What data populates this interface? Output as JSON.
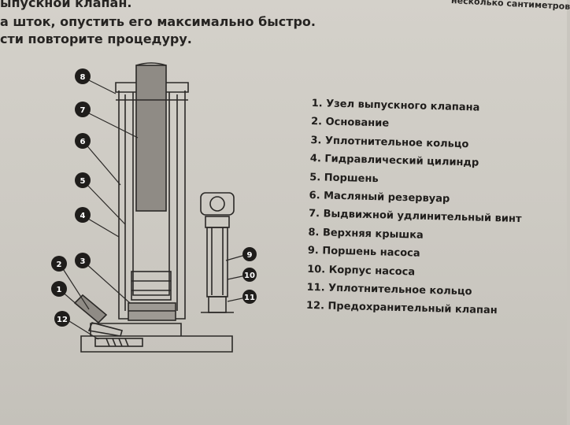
{
  "header_text": {
    "line1": "ыпускной клапан.",
    "line2": "а шток, опустить его максимально быстро.",
    "line3": "сти повторите процедуру.",
    "corner": "несколько сантиметров"
  },
  "legend": {
    "items": [
      "1. Узел выпускного клапана",
      "2. Основание",
      "3. Уплотнительное кольцо",
      "4. Гидравлический цилиндр",
      "5. Поршень",
      "6. Масляный резервуар",
      "7. Выдвижной удлинительный винт",
      "8. Верхняя крышка",
      "9. Поршень насоса",
      "10. Корпус насоса",
      "11. Уплотнительное кольцо",
      "12. Предохранительный клапан"
    ]
  },
  "diagram": {
    "callouts": [
      "8",
      "7",
      "6",
      "5",
      "4",
      "3",
      "2",
      "1",
      "12",
      "9",
      "10",
      "11"
    ]
  }
}
